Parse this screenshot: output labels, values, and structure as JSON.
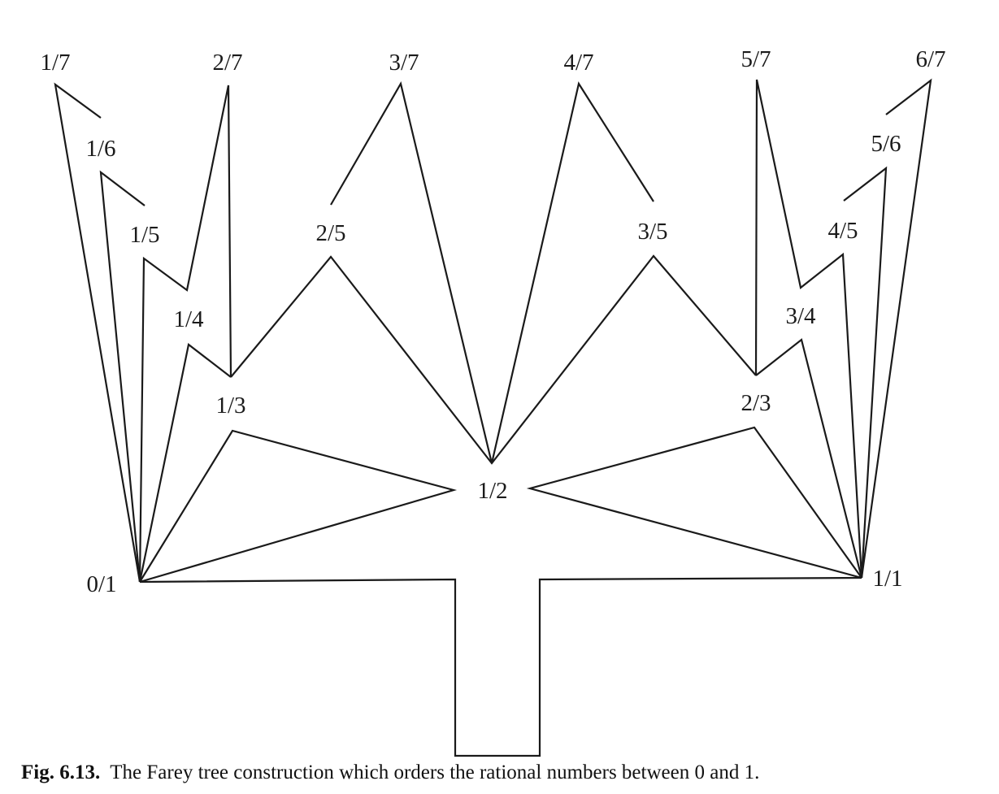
{
  "diagram": {
    "nodes": {
      "n0_1": "0/1",
      "n1_1": "1/1",
      "n1_2": "1/2",
      "n1_3": "1/3",
      "n2_3": "2/3",
      "n1_4": "1/4",
      "n2_5": "2/5",
      "n3_5": "3/5",
      "n3_4": "3/4",
      "n1_5": "1/5",
      "n2_7": "2/7",
      "n3_7": "3/7",
      "n4_7": "4/7",
      "n5_7": "5/7",
      "n4_5": "4/5",
      "n1_6": "1/6",
      "n5_6": "5/6",
      "n1_7": "1/7",
      "n6_7": "6/7"
    }
  },
  "caption": {
    "label": "Fig. 6.13.",
    "text": "The Farey tree construction which orders the rational numbers between 0 and 1."
  }
}
